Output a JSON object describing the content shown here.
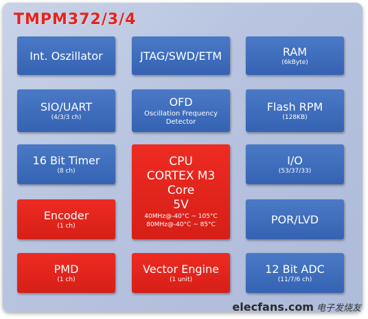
{
  "title": "TMPM372/3/4",
  "blocks": {
    "osc": {
      "main": "Int. Oszillator"
    },
    "jtag": {
      "main": "JTAG/SWD/ETM"
    },
    "ram": {
      "main": "RAM",
      "sub": "(6kByte)"
    },
    "sio": {
      "main": "SIO/UART",
      "sub": "(4/3/3 ch)"
    },
    "ofd": {
      "main": "OFD",
      "sub": "Oscillation Frequency Detector"
    },
    "flash": {
      "main": "Flash RPM",
      "sub": "(128KB)"
    },
    "timer": {
      "main": "16 Bit Timer",
      "sub": "(8 ch)"
    },
    "cpu": {
      "line1": "CPU",
      "line2": "CORTEX M3",
      "line3": "Core",
      "line4": "5V",
      "line5": "40MHz@-40°C ~ 105°C",
      "line6": "80MHz@-40°C ~ 85°C"
    },
    "io": {
      "main": "I/O",
      "sub": "(53/37/33)"
    },
    "encoder": {
      "main": "Encoder",
      "sub": "(1 ch)"
    },
    "por": {
      "main": "POR/LVD"
    },
    "pmd": {
      "main": "PMD",
      "sub": "(1 ch)"
    },
    "vector": {
      "main": "Vector Engine",
      "sub": "(1 unit)"
    },
    "adc": {
      "main": "12 Bit ADC",
      "sub": "(11/7/6 ch)"
    }
  },
  "watermark": {
    "site": "elecfans.com",
    "cn": "电子发烧友"
  }
}
